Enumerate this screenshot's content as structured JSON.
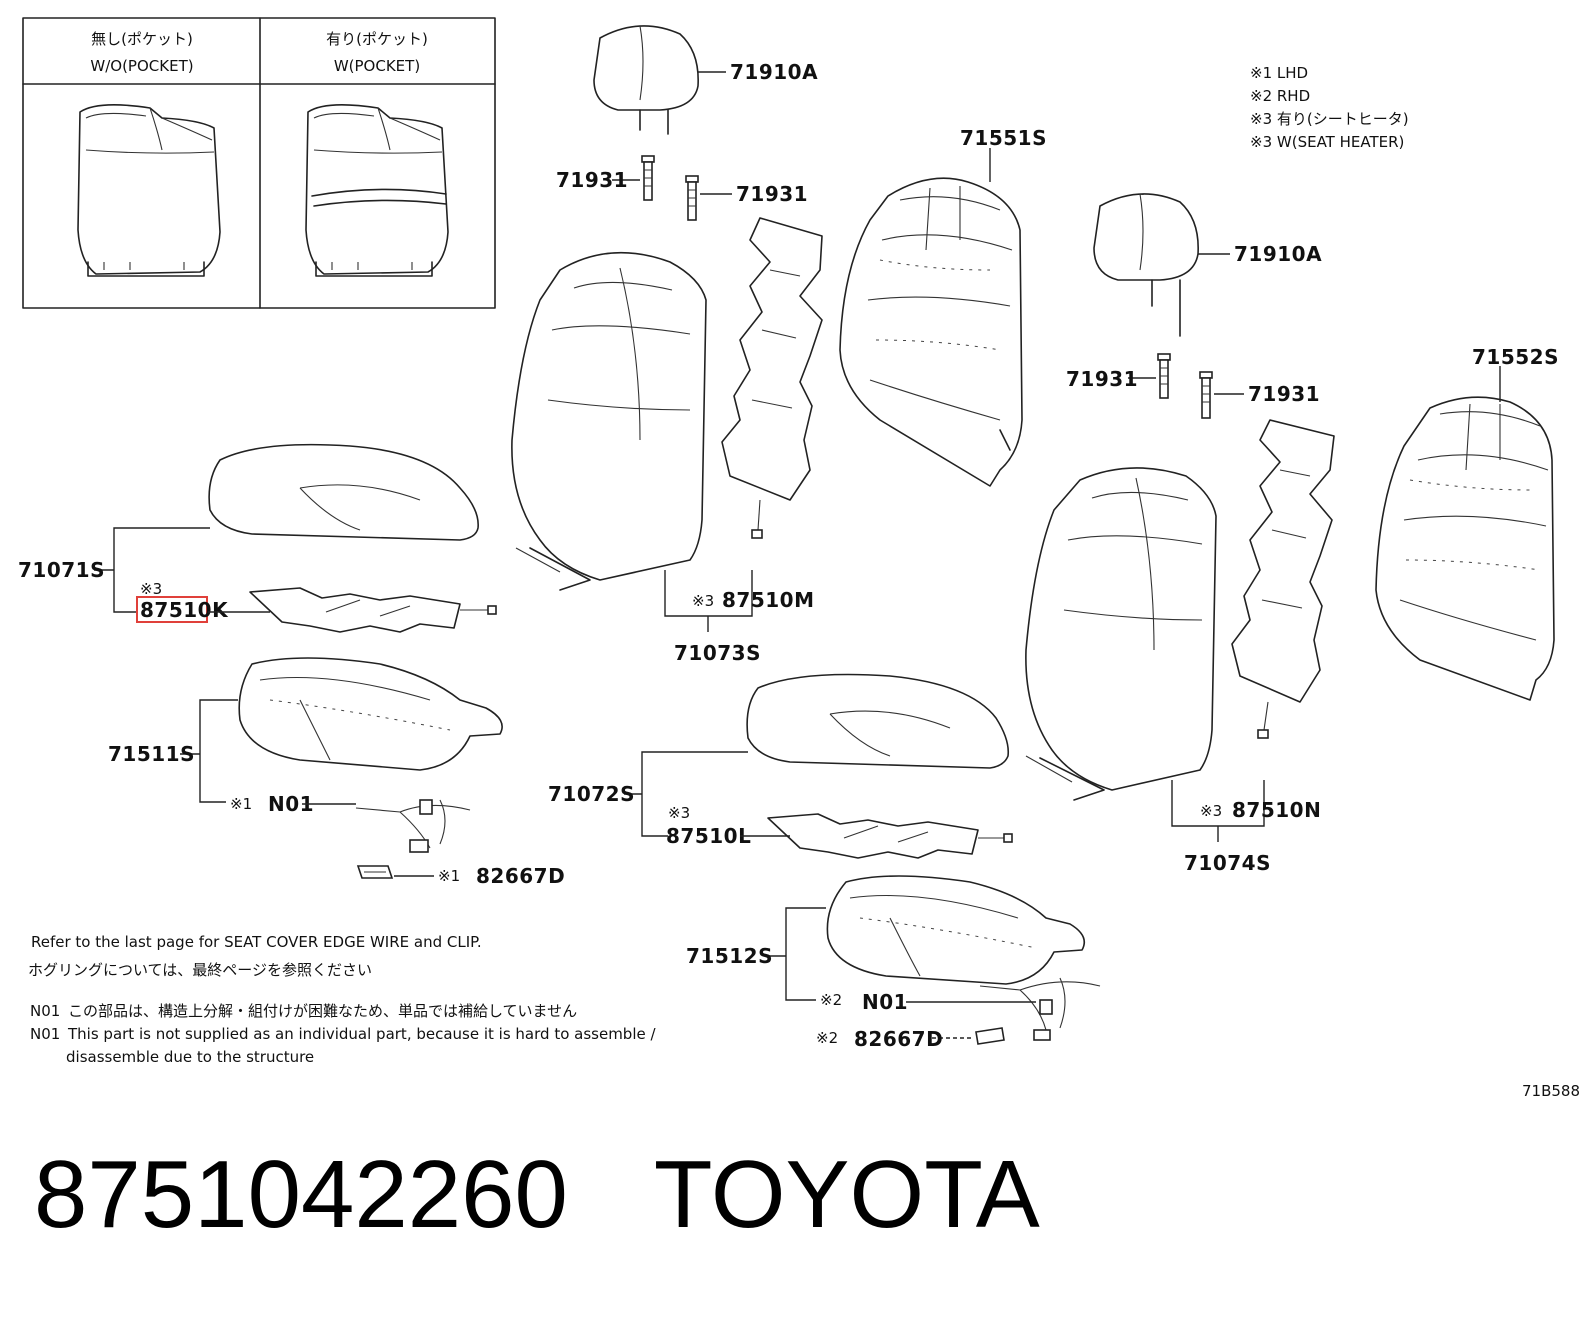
{
  "legend": {
    "l1": "※1 LHD",
    "l2": "※2 RHD",
    "l3": "※3 有り(シートヒータ)",
    "l4": "※3 W(SEAT HEATER)"
  },
  "inset": {
    "left_jp": "無し(ポケット)",
    "left_en": "W/O(POCKET)",
    "right_jp": "有り(ポケット)",
    "right_en": "W(POCKET)"
  },
  "marks": {
    "m1": "※1",
    "m2": "※2",
    "m3": "※3"
  },
  "labels": {
    "headrest_l": "71910A",
    "guide_l1": "71931",
    "guide_l2": "71931",
    "back_pad_l": "71551S",
    "headrest_r": "71910A",
    "guide_r1": "71931",
    "guide_r2": "71931",
    "back_pad_r": "71552S",
    "cushion_cover_l": "71071S",
    "heater_k": "87510K",
    "heater_m": "87510M",
    "back_cover_l": "71073S",
    "cushion_pad_l": "71511S",
    "harness_l": "N01",
    "clip_l": "82667D",
    "cushion_cover_r": "71072S",
    "heater_l": "87510L",
    "heater_n": "87510N",
    "back_cover_r": "71074S",
    "cushion_pad_r": "71512S",
    "harness_r": "N01",
    "clip_r": "82667D"
  },
  "notes": {
    "refer_en": "Refer to the last page for SEAT COVER EDGE WIRE and CLIP.",
    "refer_jp": "ホグリングについては、最終ページを参照ください",
    "n01_tag": "N01",
    "n01_jp": "この部品は、構造上分解・組付けが困難なため、単品では補給していません",
    "n01_en_1": "This part is not supplied as an individual part, because it is hard to assemble /",
    "n01_en_2": "disassemble due to the structure"
  },
  "diagram_ref": "71B588",
  "footer": {
    "part_number": "8751042260",
    "brand": "TOYOTA"
  },
  "colors": {
    "highlight": "#e0403a",
    "ink": "#111111",
    "background": "#ffffff"
  }
}
